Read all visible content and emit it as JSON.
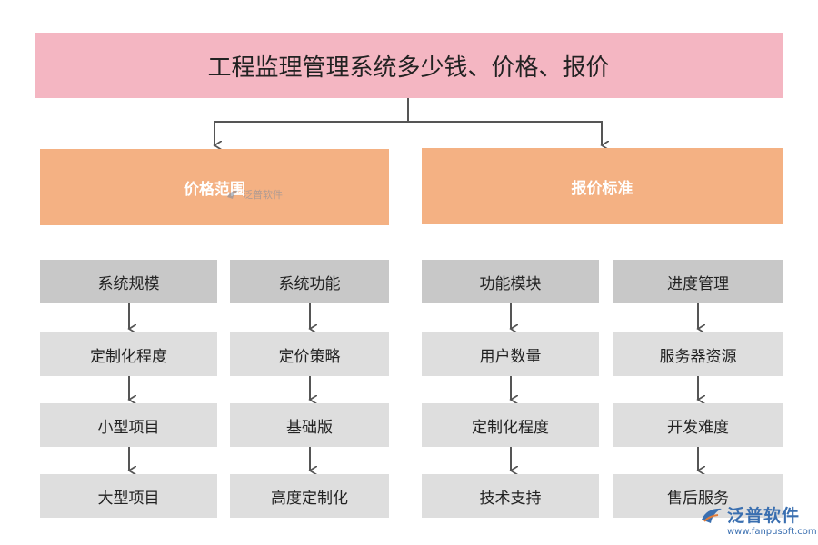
{
  "title": "工程监理管理系统多少钱、价格、报价",
  "categories": {
    "left": "价格范围",
    "right": "报价标准"
  },
  "columns": [
    {
      "items": [
        "系统规模",
        "定制化程度",
        "小型项目",
        "大型项目"
      ]
    },
    {
      "items": [
        "系统功能",
        "定价策略",
        "基础版",
        "高度定制化"
      ]
    },
    {
      "items": [
        "功能模块",
        "用户数量",
        "定制化程度",
        "技术支持"
      ]
    },
    {
      "items": [
        "进度管理",
        "服务器资源",
        "开发难度",
        "售后服务"
      ]
    }
  ],
  "watermark": {
    "brand": "泛普软件",
    "url": "www.fanpusoft.com"
  },
  "colors": {
    "title_bg": "#f4b6c2",
    "category_bg": "#f4b183",
    "head_cell_bg": "#c8c8c8",
    "sub_cell_bg": "#dedede",
    "connector": "#555555",
    "brand": "#3a6fb0"
  }
}
